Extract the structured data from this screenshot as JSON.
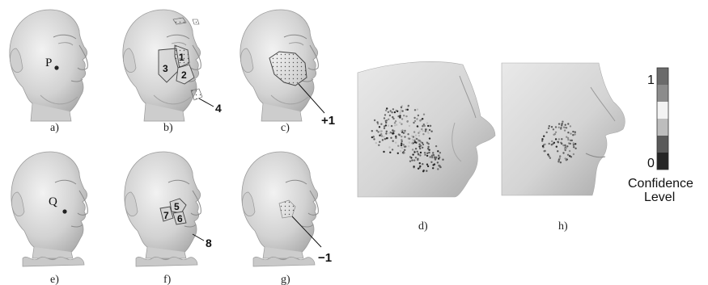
{
  "panels": [
    {
      "id": "a",
      "caption": "a)",
      "point_label": "P"
    },
    {
      "id": "b",
      "caption": "b)",
      "region_labels": [
        "1",
        "2",
        "3"
      ],
      "annotation": "4"
    },
    {
      "id": "c",
      "caption": "c)",
      "annotation": "+1"
    },
    {
      "id": "d",
      "caption": "d)"
    },
    {
      "id": "e",
      "caption": "e)",
      "point_label": "Q"
    },
    {
      "id": "f",
      "caption": "f)",
      "region_labels": [
        "5",
        "6",
        "7"
      ],
      "annotation": "8"
    },
    {
      "id": "g",
      "caption": "g)",
      "annotation": "−1"
    },
    {
      "id": "h",
      "caption": "h)"
    }
  ],
  "colorbar": {
    "title_line1": "Confidence",
    "title_line2": "Level",
    "top_label": "1",
    "bottom_label": "0",
    "levels": [
      "#6b6b6b",
      "#8c8c8c",
      "#f3f3f3",
      "#bdbdbd",
      "#5a5a5a",
      "#262626"
    ]
  },
  "colors": {
    "face_fill": "#d6d6d6",
    "face_stroke": "#9a9a9a",
    "point": "#222222"
  }
}
